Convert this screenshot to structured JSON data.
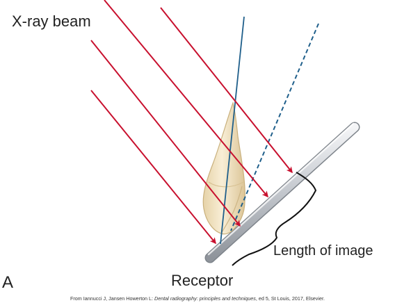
{
  "labels": {
    "beam": "X-ray beam",
    "image_length": "Length of image",
    "receptor": "Receptor",
    "panel": "A"
  },
  "credit": {
    "prefix": "From Iannucci J, Jansen Howerton L: ",
    "title": "Dental radiography: principles and techniques",
    "suffix": ", ed 5, St Louis, 2017, Elsevier."
  },
  "colors": {
    "beam": "#c8102e",
    "tooth_axis": "#1f5f8b",
    "bisector": "#1f5f8b",
    "receptor": "#c9ccd1",
    "tooth": "#f2e4c4",
    "text": "#222222"
  }
}
